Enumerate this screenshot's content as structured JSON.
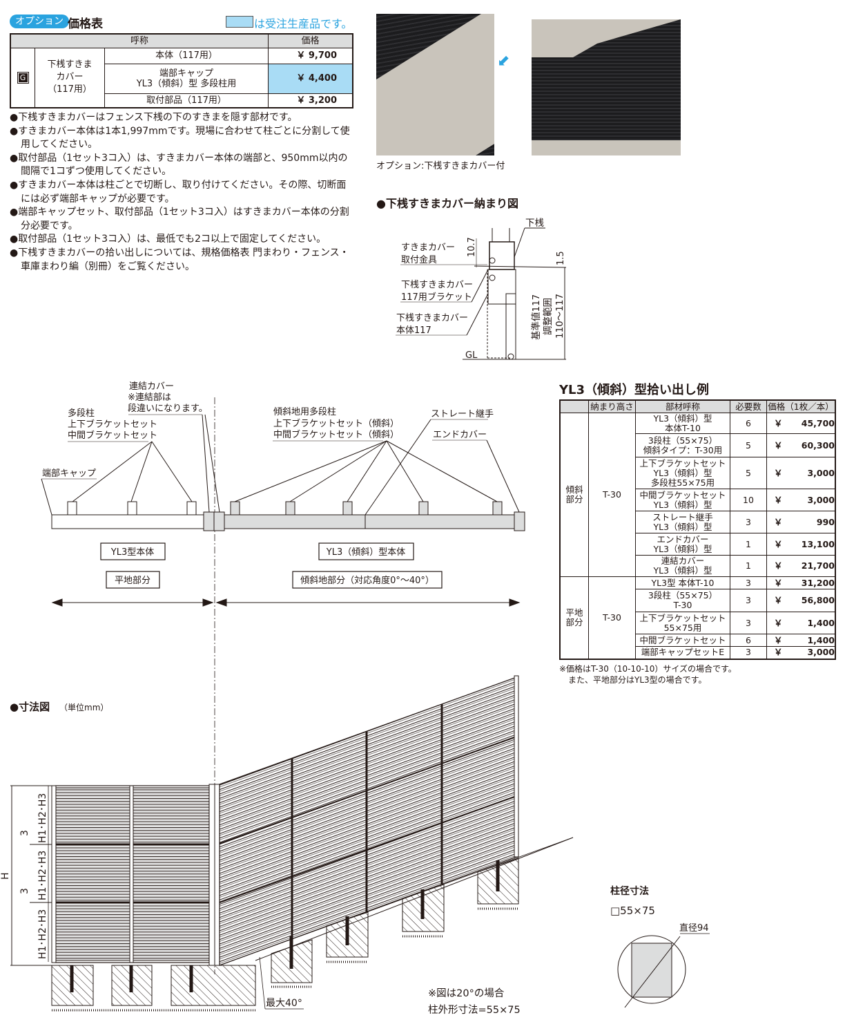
{
  "price_table": {
    "badge": "オプション",
    "title": "価格表",
    "legend_text": "は受注生産品です。",
    "legend_color": "#a9dcf5",
    "header": {
      "name": "呼称",
      "price": "価格"
    },
    "group_icon": "G",
    "group_label": [
      "下桟すきま",
      "カバー",
      "（117用）"
    ],
    "rows": [
      {
        "name": "本体（117用）",
        "price": "￥ 9,700",
        "made_to_order": false
      },
      {
        "name_lines": [
          "端部キャップ",
          "YL3（傾斜）型  多段柱用"
        ],
        "price": "￥ 4,400",
        "made_to_order": true
      },
      {
        "name": "取付部品（117用）",
        "price": "￥ 3,200",
        "made_to_order": false
      }
    ]
  },
  "notes": [
    "●下桟すきまカバーはフェンス下桟の下のすきまを隠す部材です。",
    "●すきまカバー本体は1本1,997mmです。現場に合わせて柱ごとに分割して使用してください。",
    "●取付部品（1セット3コ入）は、すきまカバー本体の端部と、950mm以内の間隔で1コずつ使用してください。",
    "●すきまカバー本体は柱ごとで切断し、取り付けてください。その際、切断面には必ず端部キャップが必要です。",
    "●端部キャップセット、取付部品（1セット3コ入）はすきまカバー本体の分割分必要です。",
    "●取付部品（1セット3コ入）は、最低でも2コ以上で固定してください。",
    "●下桟すきまカバーの拾い出しについては、規格価格表 門まわり・フェンス・車庫まわり編（別冊）をご覧ください。"
  ],
  "photo": {
    "caption": "オプション:下桟すきまカバー付"
  },
  "section_diagram": {
    "title": "●下桟すきまカバー納まり図",
    "labels": {
      "rail": "下桟",
      "bracket_metal_1": "すきまカバー",
      "bracket_metal_2": "取付金具",
      "bracket117_1": "下桟すきまカバー",
      "bracket117_2": "117用ブラケット",
      "body117_1": "下桟すきまカバー",
      "body117_2": "本体117",
      "gl": "GL",
      "dim_10_7": "10.7",
      "dim_1_5": "1.5",
      "base_value": "基準値117",
      "adjust_range": "調整範囲",
      "range": "110〜117"
    }
  },
  "layout_diagram": {
    "labels": {
      "link_cover": [
        "連結カバー",
        "※連結部は",
        "段違いになります。"
      ],
      "multi_post": [
        "多段柱",
        "上下ブラケットセット",
        "中間ブラケットセット"
      ],
      "end_cap": "端部キャップ",
      "slope_post": [
        "傾斜地用多段柱",
        "上下ブラケットセット（傾斜）",
        "中間ブラケットセット（傾斜）"
      ],
      "straight_joint": "ストレート継手",
      "end_cover": "エンドカバー",
      "yl3_body": "YL3型本体",
      "yl3_slope_body": "YL3（傾斜）型本体",
      "flat_part": "平地部分",
      "slope_part": "傾斜地部分（対応角度0°〜40°）"
    }
  },
  "pickup_table": {
    "title": "YL3（傾斜）型拾い出し例",
    "headers": [
      "",
      "納まり高さ",
      "部材呼称",
      "必要数",
      "価格（1枚／本）"
    ],
    "groups": [
      {
        "label": [
          "傾斜",
          "部分"
        ],
        "height": "T-30",
        "rows": [
          {
            "name": [
              "YL3（傾斜）型",
              "本体T-10"
            ],
            "qty": "6",
            "price": "45,700"
          },
          {
            "name": [
              "3段柱（55×75）",
              "傾斜タイプ：T-30用"
            ],
            "qty": "5",
            "price": "60,300"
          },
          {
            "name": [
              "上下ブラケットセット",
              "YL3（傾斜）型",
              "多段柱55×75用"
            ],
            "qty": "5",
            "price": "3,000"
          },
          {
            "name": [
              "中間ブラケットセット",
              "YL3（傾斜）型"
            ],
            "qty": "10",
            "price": "3,000"
          },
          {
            "name": [
              "ストレート継手",
              "YL3（傾斜）型"
            ],
            "qty": "3",
            "price": "990"
          },
          {
            "name": [
              "エンドカバー",
              "YL3（傾斜）型"
            ],
            "qty": "1",
            "price": "13,100"
          },
          {
            "name": [
              "連結カバー",
              "YL3（傾斜）型"
            ],
            "qty": "1",
            "price": "21,700"
          }
        ]
      },
      {
        "label": [
          "平地",
          "部分"
        ],
        "height": "T-30",
        "rows": [
          {
            "name": [
              "YL3型  本体T-10"
            ],
            "qty": "3",
            "price": "31,200"
          },
          {
            "name": [
              "3段柱（55×75）",
              "T-30"
            ],
            "qty": "3",
            "price": "56,800"
          },
          {
            "name": [
              "上下ブラケットセット",
              "55×75用"
            ],
            "qty": "3",
            "price": "1,400"
          },
          {
            "name": [
              "中間ブラケットセット"
            ],
            "qty": "6",
            "price": "1,400"
          },
          {
            "name": [
              "端部キャップセットE"
            ],
            "qty": "3",
            "price": "3,000"
          }
        ]
      }
    ],
    "currency": "￥",
    "footnote": [
      "※価格はT-30（10-10-10）サイズの場合です。",
      "また、平地部分はYL3型の場合です。"
    ]
  },
  "dimension_diagram": {
    "title": "●寸法図",
    "unit": "（単位mm）",
    "h_label": "H",
    "panel_label": "H1･H2･H3",
    "gap": "3",
    "max_angle": "最大40°",
    "note": [
      "※図は20°の場合",
      "柱外形寸法=55×75"
    ],
    "post_size_title": "柱径寸法",
    "post_size": "□55×75",
    "diameter": "直径94"
  }
}
